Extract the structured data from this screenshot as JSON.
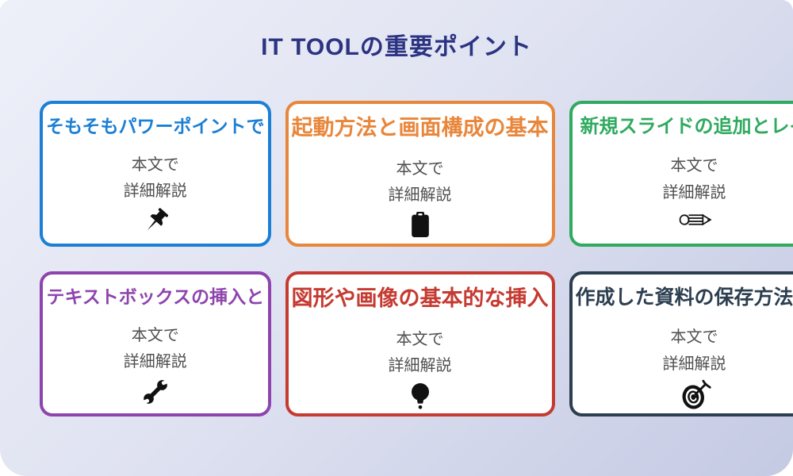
{
  "page": {
    "title": "IT TOOLの重要ポイント",
    "title_color": "#2b3382",
    "background": {
      "gradient_start": "#eef0f9",
      "gradient_end": "#c5cae4"
    }
  },
  "cards": [
    {
      "title": "そもそもパワーポイントで",
      "body": [
        "本文で",
        "詳細解説"
      ],
      "icon": "pushpin-icon",
      "color": "#1b7fd5"
    },
    {
      "title": "起動方法と画面構成の基本",
      "body": [
        "本文で",
        "詳細解説"
      ],
      "icon": "clipboard-icon",
      "color": "#e8863b"
    },
    {
      "title": "新規スライドの追加とレイ",
      "body": [
        "本文で",
        "詳細解説"
      ],
      "icon": "pencil-icon",
      "color": "#2faa5f"
    },
    {
      "title": "テキストボックスの挿入と",
      "body": [
        "本文で",
        "詳細解説"
      ],
      "icon": "wrench-icon",
      "color": "#8e44ad"
    },
    {
      "title": "図形や画像の基本的な挿入",
      "body": [
        "本文で",
        "詳細解説"
      ],
      "icon": "lightbulb-icon",
      "color": "#c53a31"
    },
    {
      "title": "作成した資料の保存方法と",
      "body": [
        "本文で",
        "詳細解説"
      ],
      "icon": "target-icon",
      "color": "#2c3e50"
    }
  ]
}
